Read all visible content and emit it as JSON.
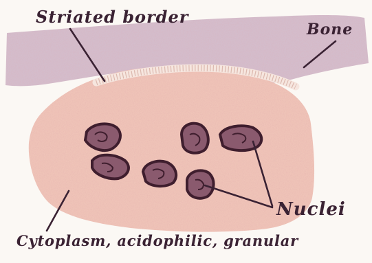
{
  "labels": {
    "striated_border": "Striated border",
    "bone": "Bone",
    "nuclei": "Nuclei",
    "cytoplasm": "Cytoplasm, acidophilic, granular"
  },
  "colors": {
    "bone": "#cdb3c4",
    "cytoplasm": "#efc4b8",
    "border": "#f4e2da",
    "nucleus_outline": "#3f1e2e",
    "nucleus_fill": "#8a5a6e",
    "ink": "#3a2233"
  }
}
